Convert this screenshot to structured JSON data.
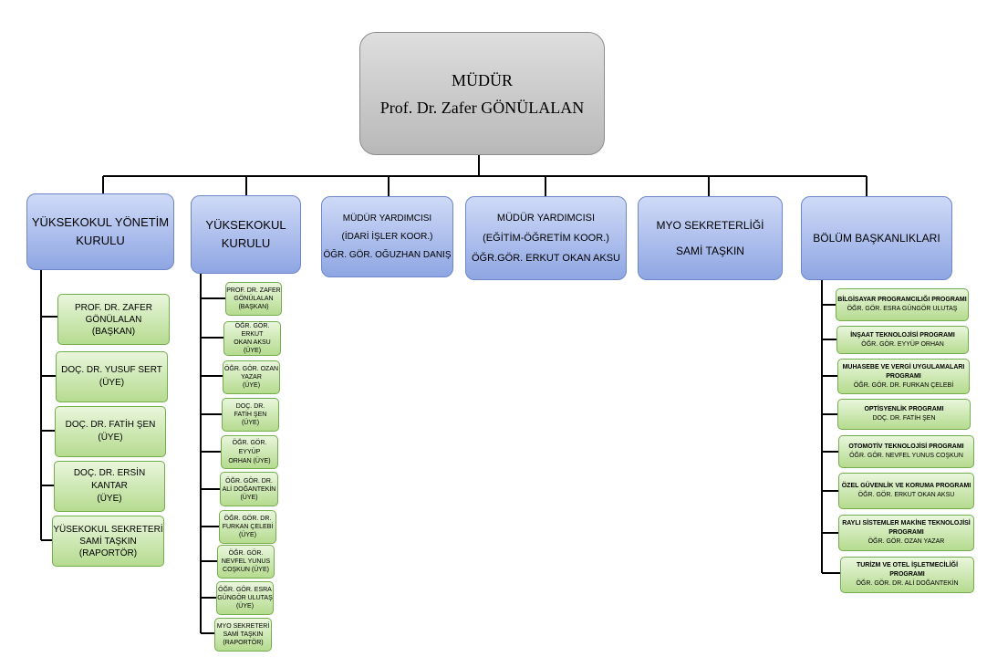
{
  "director": {
    "title": "MÜDÜR",
    "name": "Prof. Dr. Zafer GÖNÜLALAN"
  },
  "units": [
    {
      "lines": [
        "YÜKSEKOKUL YÖNETİM",
        "KURULU"
      ]
    },
    {
      "lines": [
        "YÜKSEKOKUL",
        "KURULU"
      ]
    },
    {
      "lines": [
        "MÜDÜR YARDIMCISI",
        "(İDARİ İŞLER KOOR.)",
        "ÖĞR. GÖR. OĞUZHAN DANIŞ"
      ]
    },
    {
      "lines": [
        "MÜDÜR YARDIMCISI",
        "(EĞİTİM-ÖĞRETİM KOOR.)",
        "ÖĞR.GÖR. ERKUT OKAN AKSU"
      ]
    },
    {
      "lines": [
        "MYO SEKRETERLİĞİ",
        "SAMİ TAŞKIN"
      ]
    },
    {
      "lines": [
        "BÖLÜM BAŞKANLIKLARI"
      ]
    }
  ],
  "yonetim_kurulu": [
    {
      "lines": [
        "PROF. DR. ZAFER",
        "GÖNÜLALAN",
        "(BAŞKAN)"
      ]
    },
    {
      "lines": [
        "DOÇ. DR. YUSUF SERT",
        "(ÜYE)"
      ]
    },
    {
      "lines": [
        "DOÇ. DR. FATİH ŞEN",
        "(ÜYE)"
      ]
    },
    {
      "lines": [
        "DOÇ. DR. ERSİN KANTAR",
        "(ÜYE)"
      ]
    },
    {
      "lines": [
        "YÜSEKOKUL SEKRETERİ",
        "SAMİ TAŞKIN",
        "(RAPORTÖR)"
      ]
    }
  ],
  "kurul": [
    {
      "lines": [
        "PROF. DR. ZAFER",
        "GÖNÜLALAN",
        "(BAŞKAN)"
      ]
    },
    {
      "lines": [
        "ÖĞR. GÖR. ERKUT",
        "OKAN AKSU",
        "(ÜYE)"
      ]
    },
    {
      "lines": [
        "ÖĞR. GÖR. OZAN",
        "YAZAR",
        "(ÜYE)"
      ]
    },
    {
      "lines": [
        "DOÇ. DR.",
        "FATİH ŞEN",
        "(ÜYE)"
      ]
    },
    {
      "lines": [
        "ÖĞR. GÖR. EYYÜP",
        "ORHAN (ÜYE)"
      ]
    },
    {
      "lines": [
        "ÖĞR. GÖR. DR.",
        "ALİ DOĞANTEKİN",
        "(ÜYE)"
      ]
    },
    {
      "lines": [
        "ÖĞR. GÖR. DR.",
        "FURKAN ÇELEBİ",
        "(ÜYE)"
      ]
    },
    {
      "lines": [
        "ÖĞR. GÖR.",
        "NEVFEL YUNUS",
        "COŞKUN (ÜYE)"
      ]
    },
    {
      "lines": [
        "ÖĞR. GÖR. ESRA",
        "GÜNGÖR ULUTAŞ",
        "(ÜYE)"
      ]
    },
    {
      "lines": [
        "MYO SEKRETERİ",
        "SAMİ TAŞKIN",
        "(RAPORTÖR)"
      ]
    }
  ],
  "programs": [
    {
      "lines": [
        "BİLGİSAYAR PROGRAMCILIĞI PROGRAMI",
        "ÖĞR. GÖR. ESRA GÜNGÖR ULUTAŞ"
      ]
    },
    {
      "lines": [
        "İNŞAAT TEKNOLOJİSİ PROGRAMI",
        "ÖĞR. GÖR. EYYÜP ORHAN"
      ]
    },
    {
      "lines": [
        "MUHASEBE VE VERGİ UYGULAMALARI",
        "PROGRAMI",
        "ÖĞR. GÖR. DR. FURKAN ÇELEBİ"
      ]
    },
    {
      "lines": [
        "OPTİSYENLİK PROGRAMI",
        "DOÇ. DR. FATİH ŞEN"
      ]
    },
    {
      "lines": [
        "OTOMOTİV TEKNOLOJİSİ PROGRAMI",
        "ÖĞR. GÖR. NEVFEL YUNUS COŞKUN"
      ]
    },
    {
      "lines": [
        "ÖZEL GÜVENLİK VE KORUMA PROGRAMI",
        "ÖĞR. GÖR. ERKUT OKAN AKSU"
      ]
    },
    {
      "lines": [
        "RAYLI SİSTEMLER MAKİNE TEKNOLOJİSİ",
        "PROGRAMI",
        "ÖĞR. GÖR. OZAN YAZAR"
      ]
    },
    {
      "lines": [
        "TURİZM VE OTEL İŞLETMECİLİĞİ",
        "PROGRAMI",
        "ÖĞR. GÖR. DR. ALİ DOĞANTEKİN"
      ]
    }
  ]
}
